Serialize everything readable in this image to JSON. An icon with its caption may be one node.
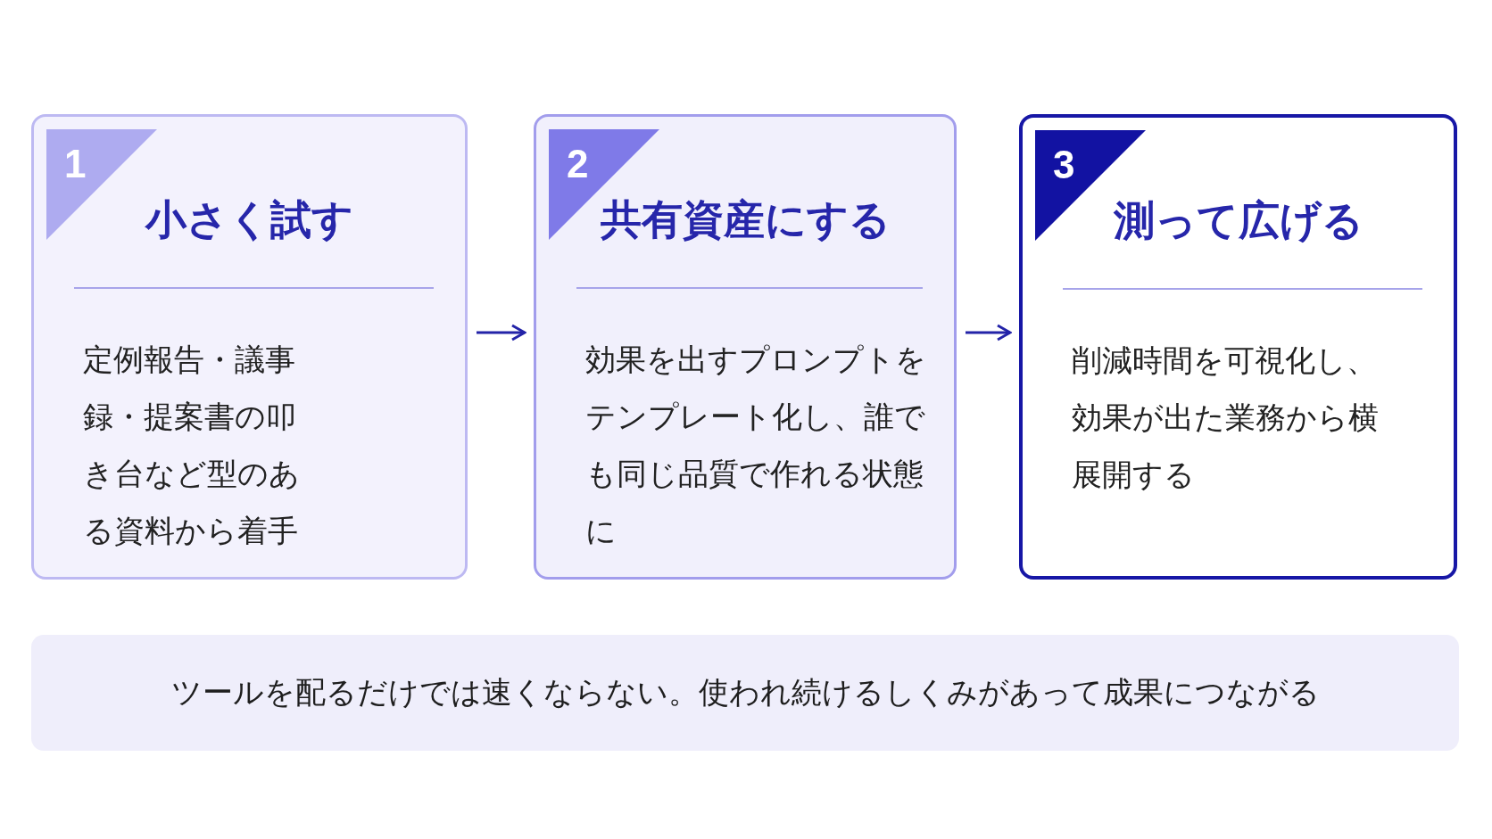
{
  "diagram": {
    "nodes": [
      {
        "text": [
          "1",
          "小さく試す",
          "定例報告・議事録・提案書の叩き台など型のある資料から着手"
        ]
      },
      {
        "text": [
          "2",
          "共有資産にする",
          "効果を出すプロンプトをテンプレート化し、誰でも同じ品質で作れる状態に"
        ]
      },
      {
        "text": [
          "3",
          "測って広げる",
          "削減時間を可視化し、効果が出た業務から横展開する"
        ]
      },
      {
        "text": [
          "ツールを配るだけでは速くならない。使われ続けるしくみがあって成果につながる"
        ]
      }
    ],
    "edges": [
      {
        "from": 0,
        "to": 1,
        "arrow": "to"
      },
      {
        "from": 1,
        "to": 2,
        "arrow": "to"
      }
    ]
  }
}
